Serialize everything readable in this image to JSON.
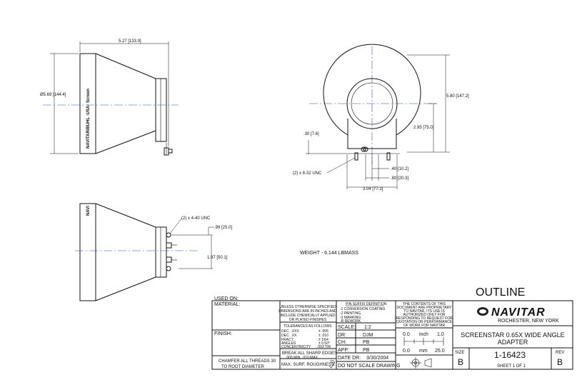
{
  "dimensions": {
    "length": "5.27 [133.9]",
    "diameter": "Ø5.69 [144.4]",
    "height": "5.80 [147.2]",
    "center_height": "2.95 [75.0]",
    "base_offset": ".30 [7.6]",
    "hole_1": ".40 [10.2]",
    "hole_2": ".80 [20.3]",
    "width": "3.04 [77.1]",
    "thread_a": "(2) x 8-32 UNC",
    "thread_b": "(2) x 4-40 UNC",
    "side_1": ".99 [25.0]",
    "side_2": "1.97 [50.1]"
  },
  "product_label": "NAVITAR/BUHL -USA- Screen",
  "product_label_short": "NAVI",
  "weight": "WEIGHT - 6.144 LBMASS",
  "title_block": {
    "used_on": "USED ON:",
    "material": "MATERIAL:",
    "finish": "FINISH:",
    "chamfer": [
      "CHAMFER ALL THREADS 30",
      "TO ROOT DIAMETER"
    ],
    "units_note": [
      "UNLESS OTHERWISE SPECIFIED",
      "DIMENSIONS ARE IN INCHES AND",
      "INCLUDE CHEMICALLY APPLIED",
      "OR PLATED FINISHES"
    ],
    "tolerances_title": "TOLERANCES AS FOLLOWS",
    "tolerances": [
      {
        "label": "DEC.  .XXX",
        "value": "± .005"
      },
      {
        "label": "DEC.  .XX",
        "value": "± .010"
      },
      {
        "label": "FRACT.",
        "value": "± 1/64"
      },
      {
        "label": "ANGLES",
        "value": "± 0.50°"
      },
      {
        "label": "CONCENTRICITY",
        "value": ".003 TIR"
      }
    ],
    "break_edges": [
      "BREAK ALL SHARP EDGES",
      ".005 MIN.  .010 MAX."
    ],
    "roughness": "MAX. SURF. ROUGHNESS:",
    "roughness_value": "32",
    "suffix_title": "P/N SUFFIX DEFINITION",
    "suffixes": [
      "-1  CONVERSION COATING",
      "-2  PAINTING",
      "-3  MARKING",
      "-R  REWORK"
    ],
    "scale_label": "SCALE:",
    "scale_value": "1:2",
    "dr_label": "DR:",
    "dr_value": "DJM",
    "ch_label": "CH:",
    "ch_value": "PB",
    "app_label": "APP:",
    "app_value": "PB",
    "date_label": "DATE DR:",
    "date_value": "3/30/2004",
    "no_scale": "DO NOT SCALE DRAWING",
    "proprietary": [
      "THE CONTENTS OF THIS",
      "DOCUMENT ARE PROPRIETARY",
      "TO NAVITAR, ITS USE IS",
      "AUTHORIZED ONLY FOR",
      "RESPONDING TO REQUEST FOR",
      "QUOTATION OR PERFORMANCE",
      "OF WORK FOR NAVITAR"
    ],
    "scale_inch": {
      "start": "0.0",
      "unit": "inch",
      "end": "1.0"
    },
    "scale_mm": {
      "start": "0.0",
      "unit": "mm",
      "end": "25.0"
    },
    "drawing_type": "OUTLINE",
    "company": "NAVITAR",
    "location": "ROCHESTER, NEW YORK",
    "description": [
      "SCREENSTAR 0.65X WIDE ANGLE",
      "ADAPTER"
    ],
    "size_label": "SIZE",
    "size_value": "B",
    "part_number": "1-16423",
    "rev_label": "REV",
    "rev_value": "B",
    "sheet": "SHEET  1  OF  1"
  }
}
